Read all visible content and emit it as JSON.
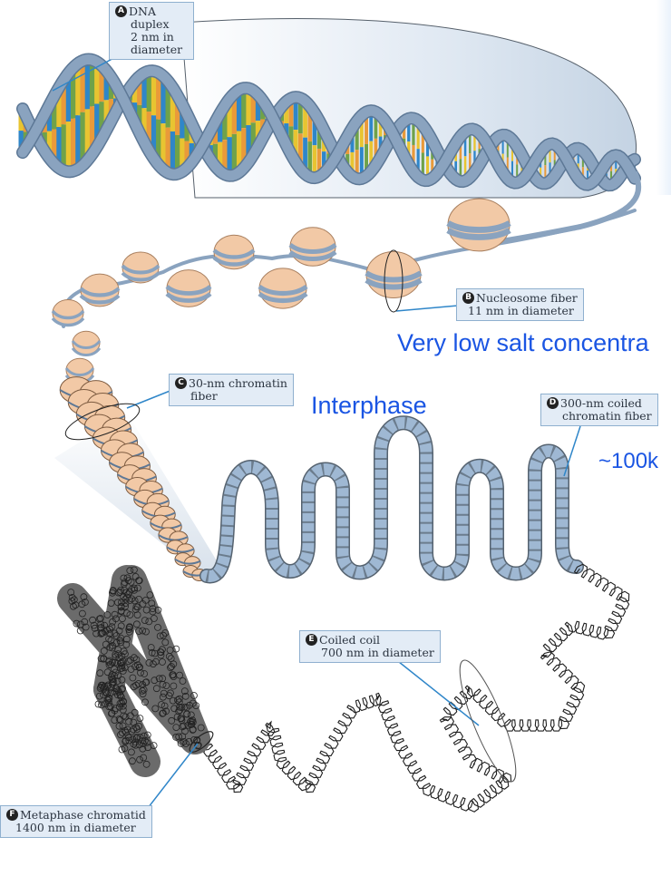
{
  "labels": {
    "a": {
      "letter": "A",
      "lines": [
        "DNA",
        "duplex",
        "2 nm in",
        "diameter"
      ]
    },
    "b": {
      "letter": "B",
      "lines": [
        "Nucleosome fiber",
        "11 nm in diameter"
      ]
    },
    "c": {
      "letter": "C",
      "lines": [
        "30-nm chromatin",
        "fiber"
      ]
    },
    "d": {
      "letter": "D",
      "lines": [
        "300-nm coiled",
        "chromatin fiber"
      ]
    },
    "e": {
      "letter": "E",
      "lines": [
        "Coiled coil",
        "700 nm in diameter"
      ]
    },
    "f": {
      "letter": "F",
      "lines": [
        "Metaphase chromatid",
        "1400 nm in diameter"
      ]
    }
  },
  "annotations": {
    "salt": "Very low salt concentra",
    "interphase": "Interphase",
    "size": "~100k"
  },
  "colors": {
    "backbone": "#8aa3bf",
    "backbone_edge": "#5d7896",
    "base_yellow": "#e8c431",
    "base_orange": "#e99a3a",
    "base_blue": "#2f86c9",
    "base_green": "#6fa24a",
    "nucleosome": "#f2c9a6",
    "fiber": "#9fb8d3",
    "callout_bg": "#e3ecf6",
    "callout_border": "#8fb0cf",
    "leader": "#2f86c9",
    "note_blue": "#1a55e3"
  }
}
